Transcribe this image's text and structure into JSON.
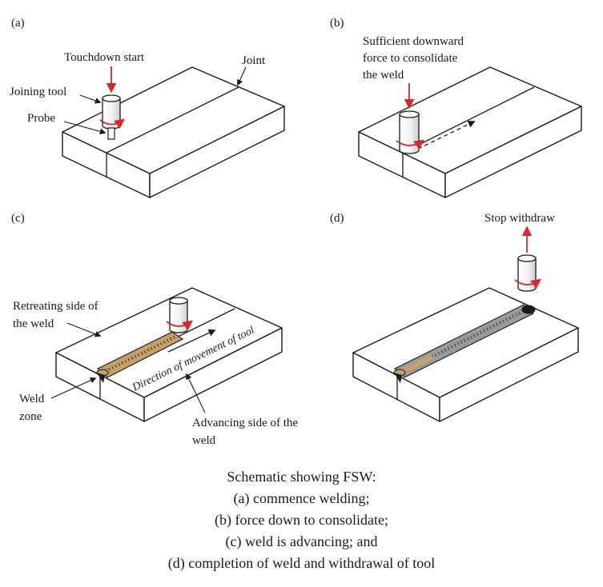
{
  "panels": [
    {
      "label": "(a)",
      "callouts": {
        "touchdown": "Touchdown start",
        "joint": "Joint",
        "joining_tool": "Joining tool",
        "probe": "Probe"
      }
    },
    {
      "label": "(b)",
      "callouts": {
        "force_line1": "Sufficient downward",
        "force_line2": "force to consolidate",
        "force_line3": "the weld"
      }
    },
    {
      "label": "(c)",
      "callouts": {
        "retreating_line1": "Retreating side of",
        "retreating_line2": "the weld",
        "weld_zone_line1": "Weld",
        "weld_zone_line2": "zone",
        "advancing_line1": "Advancing side of the",
        "advancing_line2": "weld",
        "direction": "Direction of movement of tool"
      }
    },
    {
      "label": "(d)",
      "callouts": {
        "stop_withdraw": "Stop withdraw"
      }
    }
  ],
  "caption": {
    "lines": [
      "Schematic showing FSW:",
      "(a) commence welding;",
      "(b) force down to consolidate;",
      "(c) weld is advancing; and",
      "(d) completion of weld and withdrawal of tool"
    ]
  },
  "colors": {
    "line": "#1a1a1a",
    "arrow": "#d42a2a",
    "weld_bead": "#c4a06a",
    "weld_bead_finished": "#9a9a9a",
    "weld_ripple": "#6b4e2a"
  }
}
